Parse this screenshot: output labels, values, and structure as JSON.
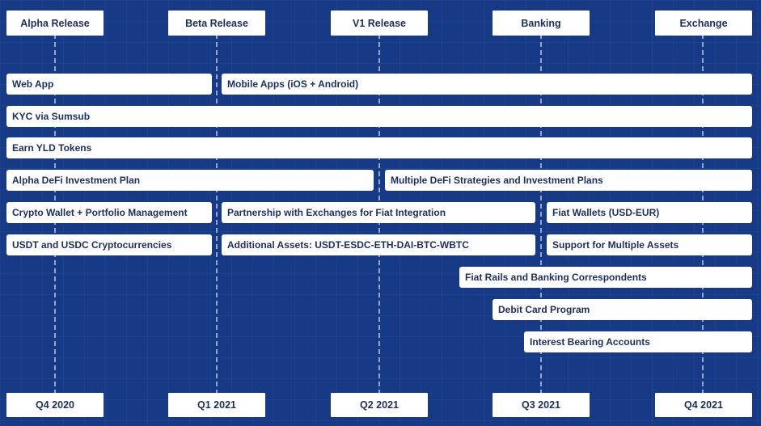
{
  "milestones": [
    "Alpha Release",
    "Beta Release",
    "V1  Release",
    "Banking",
    "Exchange"
  ],
  "quarters": [
    "Q4 2020",
    "Q1 2021",
    "Q2 2021",
    "Q3 2021",
    "Q4 2021"
  ],
  "rows": [
    [
      "Web App",
      "Mobile Apps (iOS + Android)"
    ],
    [
      "KYC via Sumsub"
    ],
    [
      "Earn YLD Tokens"
    ],
    [
      "Alpha DeFi Investment Plan",
      "Multiple DeFi Strategies and Investment Plans"
    ],
    [
      "Crypto Wallet + Portfolio Management",
      "Partnership with Exchanges for Fiat Integration",
      "Fiat Wallets (USD-EUR)"
    ],
    [
      "USDT and USDC Cryptocurrencies",
      "Additional Assets: USDT-ESDC-ETH-DAI-BTC-WBTC",
      "Support for Multiple Assets"
    ],
    [
      "Fiat Rails and Banking Correspondents"
    ],
    [
      "Debit Card Program"
    ],
    [
      "Interest Bearing Accounts"
    ]
  ]
}
